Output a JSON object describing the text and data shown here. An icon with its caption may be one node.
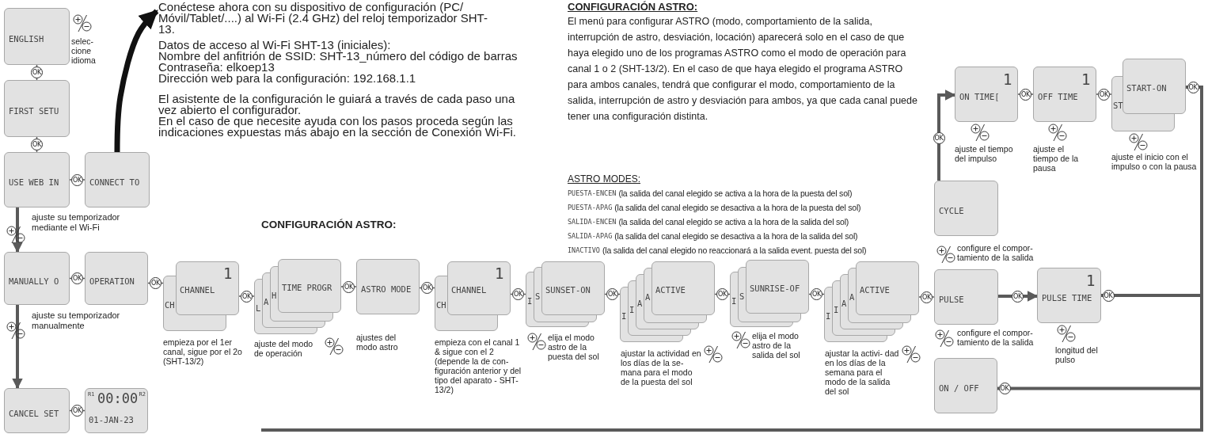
{
  "diagram": {
    "nodes": [
      {
        "text": [
          "ENGLISH"
        ],
        "beside": [
          "selec- cione idioma"
        ]
      },
      {
        "text": [
          "FIRST SETU"
        ]
      },
      {
        "text": [
          "USE WEB IN"
        ]
      },
      {
        "text": [
          "CONNECT TO"
        ]
      },
      {
        "text": [
          "Conéctese ahora con su dispositivo de configuración (PC/ Móvil/Tablet/....) al Wi-Fi (2.4 GHz) del reloj temporizador SHT-13."
        ]
      },
      {
        "text": [
          "MANUALLY O"
        ]
      },
      {
        "text": [
          "OPERATION"
        ]
      },
      {
        "text": [
          "1",
          "CHANNEL",
          "CH"
        ],
        "beside": [
          "empieza por el 1er canal, sigue por el 2o (SHT-13/2)"
        ]
      },
      {
        "text": [
          "TIME PROGR",
          "H",
          "A",
          "L"
        ],
        "beside": [
          "ajuste del modo de operación"
        ]
      },
      {
        "text": [
          "ASTRO MODE"
        ],
        "beside": [
          "ajustes del modo astro"
        ]
      },
      {
        "text": [
          "1",
          "CHANNEL",
          "CH"
        ],
        "beside": [
          "empieza con el canal 1 & sigue con el 2 (depende la de con- figuración anterior y del tipo del aparato - SHT-13/2)"
        ]
      },
      {
        "text": [
          "SUNSET-ON",
          "S",
          "I"
        ],
        "beside": [
          "elija el modo astro de la puesta del sol"
        ]
      },
      {
        "text": [
          "ACTIVE",
          "A",
          "A",
          "I",
          "I"
        ],
        "beside": [
          "ajustar la actividad en los días de la se- mana para el modo de la puesta del sol"
        ]
      },
      {
        "text": [
          "SUNRISE-OF",
          "S",
          "I"
        ],
        "beside": [
          "elija el modo astro de la salida del sol"
        ]
      },
      {
        "text": [
          "ACTIVE",
          "A",
          "A",
          "I",
          "I"
        ],
        "beside": [
          "ajustar la activi- dad en los días de la semana para el modo de la salida del sol"
        ]
      },
      {
        "text": [
          "1",
          "ON TIME["
        ],
        "beside": [
          "ajuste el tiempo del impulso"
        ]
      },
      {
        "text": [
          "1",
          "OFF TIME"
        ],
        "beside": [
          "ajuste el tiempo de la pausa"
        ]
      },
      {
        "text": [
          "START-ON",
          "ST"
        ],
        "beside": [
          "ajuste el inicio con el impulso o con la pausa"
        ]
      },
      {
        "text": [
          "CYCLE"
        ]
      },
      {
        "text": [
          "PULSE"
        ],
        "beside": [
          "configure el compor- tamiento de la salida",
          "configure el compor- tamiento de la salida"
        ]
      },
      {
        "text": [
          "1",
          "PULSE TIME"
        ],
        "beside": [
          "longitud del pulso"
        ]
      },
      {
        "text": [
          "ON / OFF"
        ]
      },
      {
        "text": [
          "CANCEL SET"
        ]
      },
      {
        "text": [
          "R1",
          "00:00",
          "R2",
          "01-JAN-23"
        ]
      }
    ],
    "edges": [
      {
        "from": 0,
        "to": 1,
        "arrow": "none",
        "label": "OK"
      },
      {
        "from": 1,
        "to": 2,
        "arrow": "none",
        "label": "OK"
      },
      {
        "from": 2,
        "to": 3,
        "arrow": "none",
        "label": "OK"
      },
      {
        "from": 3,
        "to": 4,
        "arrow": "to",
        "style": "thick",
        "color": "#111111"
      },
      {
        "from": 2,
        "to": 5,
        "arrow": "to",
        "style": "thick",
        "label": "ajuste su temporizador mediante el Wi-Fi"
      },
      {
        "from": 5,
        "to": 6,
        "arrow": "none",
        "label": "OK"
      },
      {
        "from": 5,
        "to": 22,
        "arrow": "to",
        "style": "thick",
        "label": "ajuste su temporizador manualmente"
      },
      {
        "from": 22,
        "to": 23,
        "arrow": "none",
        "label": "OK"
      },
      {
        "from": 6,
        "to": 7,
        "arrow": "none",
        "label": "OK"
      },
      {
        "from": 7,
        "to": 8,
        "arrow": "none",
        "label": "OK"
      },
      {
        "from": 8,
        "to": 9,
        "arrow": "none",
        "label": "OK"
      },
      {
        "from": 9,
        "to": 10,
        "arrow": "none",
        "label": "OK"
      },
      {
        "from": 10,
        "to": 11,
        "arrow": "none",
        "label": "OK"
      },
      {
        "from": 11,
        "to": 12,
        "arrow": "none",
        "label": "OK"
      },
      {
        "from": 12,
        "to": 13,
        "arrow": "none",
        "label": "OK"
      },
      {
        "from": 13,
        "to": 14,
        "arrow": "none",
        "label": "OK"
      },
      {
        "from": 14,
        "to": 19,
        "arrow": "none",
        "label": "OK"
      },
      {
        "from": 19,
        "to": 20,
        "arrow": "to",
        "style": "thick",
        "label": "OK"
      },
      {
        "from": 18,
        "to": 15,
        "arrow": "to",
        "style": "thick",
        "label": "OK"
      },
      {
        "from": 15,
        "to": 16,
        "arrow": "none",
        "label": "OK"
      },
      {
        "from": 16,
        "to": 17,
        "arrow": "none",
        "label": "OK"
      },
      {
        "from": 17,
        "to": null,
        "arrow": "none",
        "style": "thick",
        "label": "OK"
      },
      {
        "from": 20,
        "to": null,
        "arrow": "none",
        "style": "thick",
        "label": "OK"
      },
      {
        "from": 21,
        "to": null,
        "arrow": "none",
        "style": "thick",
        "label": "OK"
      }
    ],
    "labels": [
      "Datos de acceso al Wi-Fi SHT-13 (iniciales):",
      "Nombre del anfitrión de SSID: SHT-13_número del código de barras",
      "Contraseña: elkoep13",
      "Dirección web para la configuración: 192.168.1.1",
      "El asistente de la configuración le guiará a través de cada paso una vez abierto el configurador.",
      "En el caso de que necesite ayuda con los pasos proceda según las indicaciones expuestas más abajo en la sección de Conexión Wi-Fi.",
      "CONFIGURACIÓN ASTRO:",
      "El menú para configurar ASTRO (modo, comportamiento de la salida, interrupción de astro, desviación, locación) aparecerá solo en el caso de que haya elegido uno de los programas ASTRO como el modo de operación para canal 1 o 2 (SHT-13/2). En el caso de que haya elegido el programa ASTRO para ambos canales, tendrá que configurar el modo, comportamiento de la salida, interrupción de astro y desviación para ambos, ya que cada canal puede tener una configuración distinta.",
      "ASTRO MODES:",
      "PUESTA-ENCEN",
      "(la salida del canal elegido se activa a la hora de la puesta del sol)",
      "PUESTA-APAG",
      "(la salida del canal elegido se desactiva a la hora de la puesta del sol)",
      "SALIDA-ENCEN",
      "(la salida del canal elegido se activa a la hora de la salida del sol)",
      "SALIDA-APAG",
      "(la salida del canal elegido se desactiva a la hora de la salida del sol)",
      "INACTIVO",
      "(la salida del canal elegido no reaccionará a la salida event. puesta del sol)",
      "CONFIGURACIÓN ASTRO:"
    ]
  }
}
